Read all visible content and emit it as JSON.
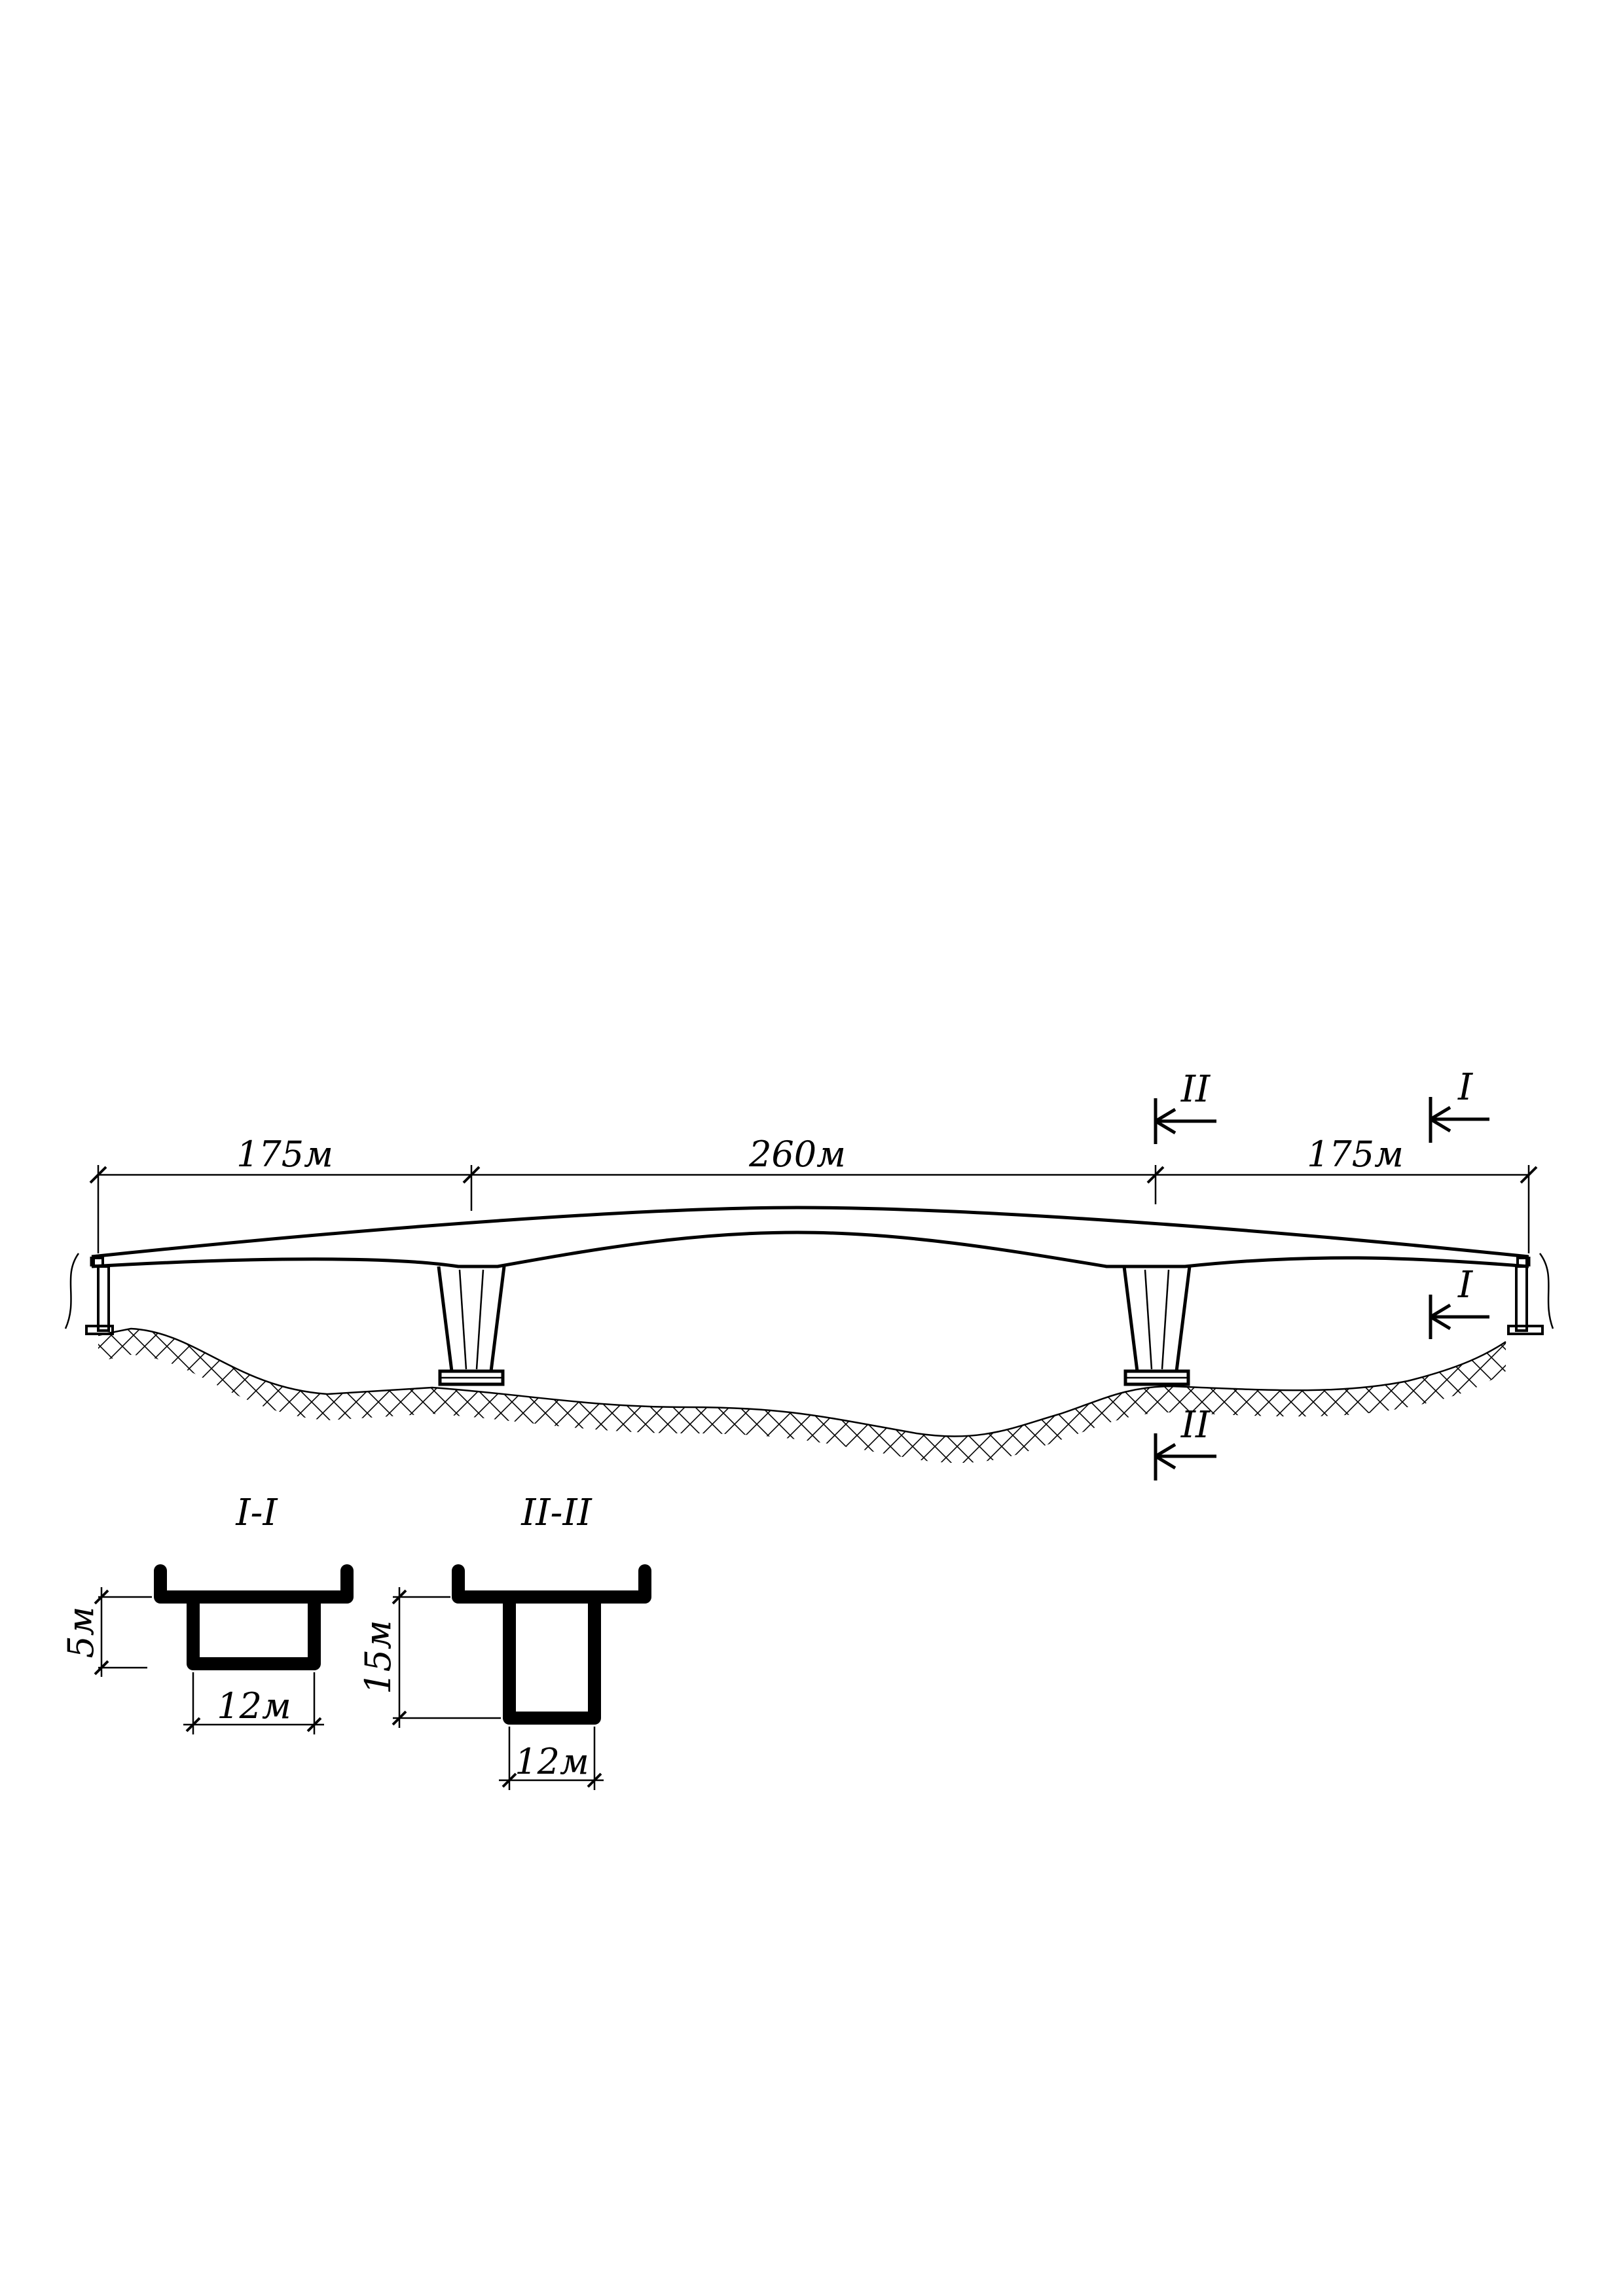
{
  "elevation": {
    "spans": [
      {
        "label": "175м",
        "value": 175
      },
      {
        "label": "260м",
        "value": 260
      },
      {
        "label": "175м",
        "value": 175
      }
    ],
    "cut_marks": {
      "section_1": "I",
      "section_2": "II"
    }
  },
  "sections": [
    {
      "title": "I-I",
      "height_label": "5м",
      "width_label": "12м",
      "height": 5,
      "width": 12
    },
    {
      "title": "II-II",
      "height_label": "15м",
      "width_label": "12м",
      "height": 15,
      "width": 12
    }
  ],
  "colors": {
    "line": "#000000",
    "background": "#ffffff"
  }
}
